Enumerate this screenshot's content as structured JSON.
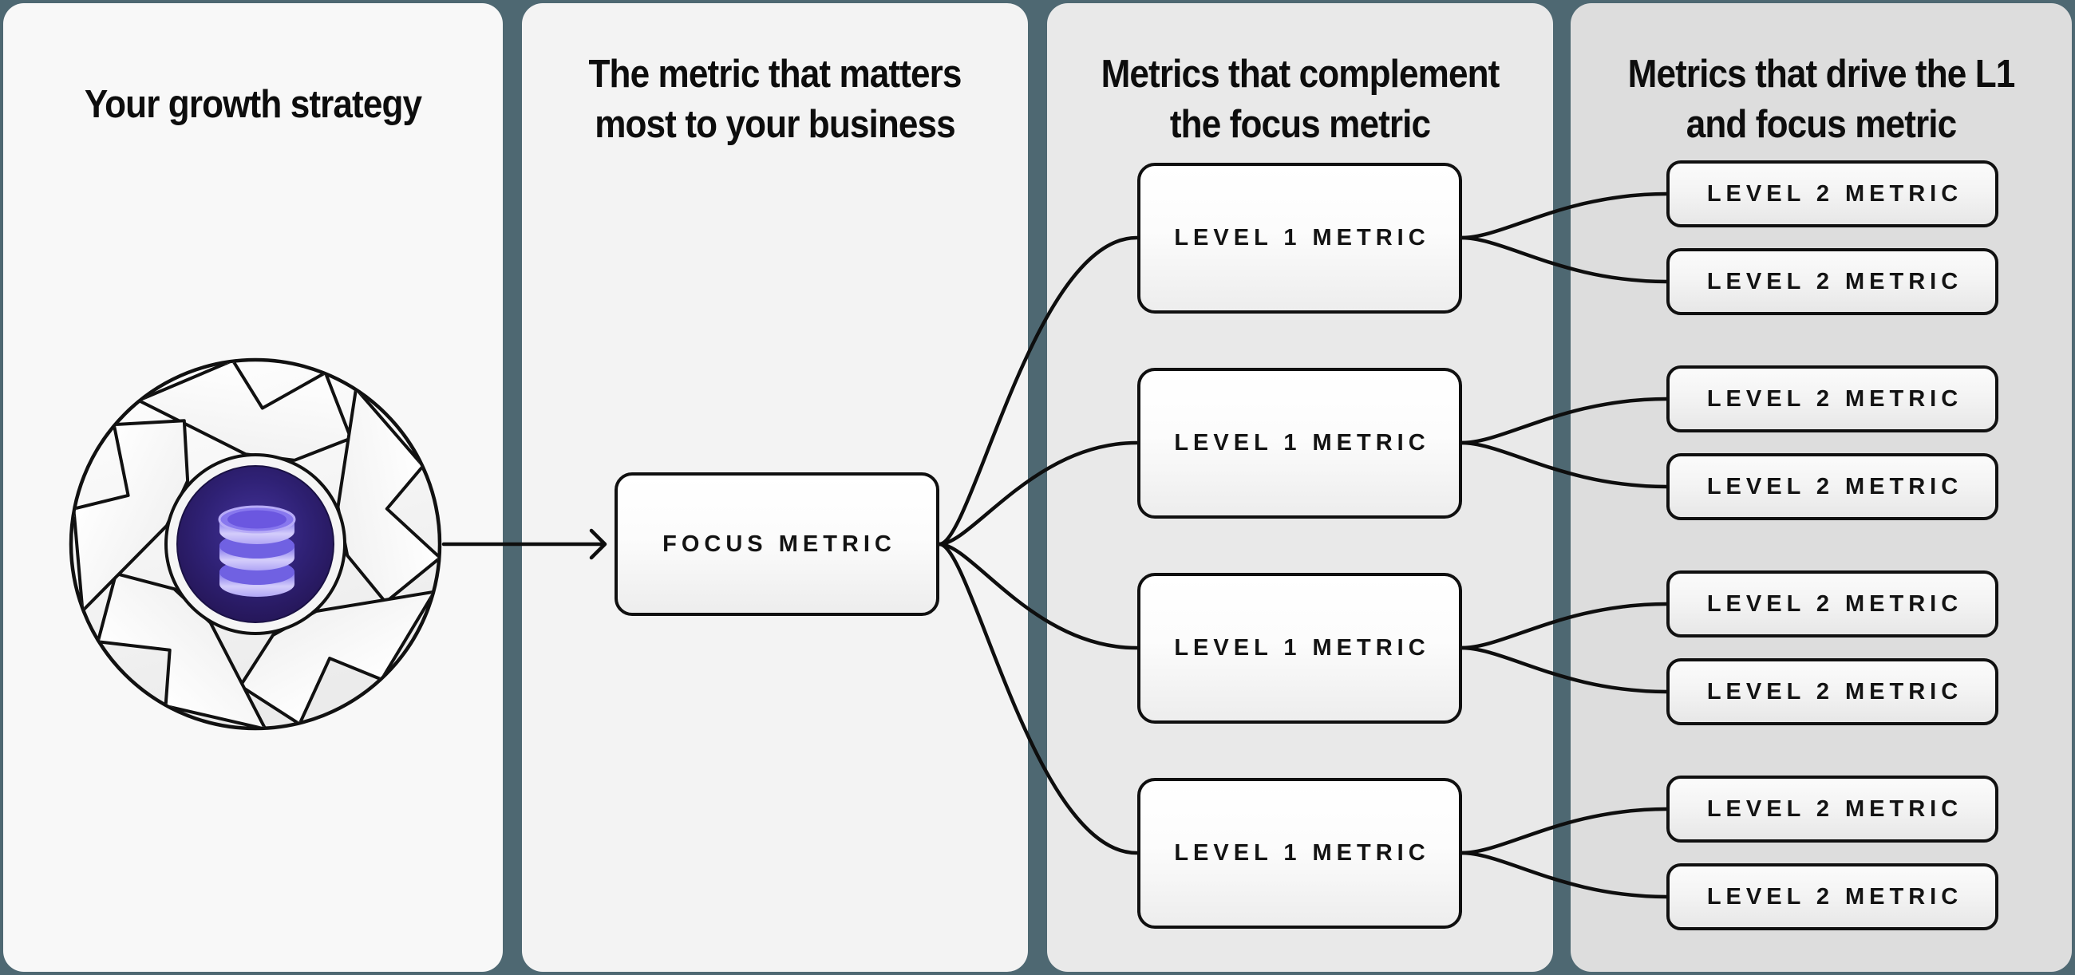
{
  "canvas": {
    "background_color": "#4e6872",
    "line_color": "#0e0e0e"
  },
  "panels": [
    {
      "bg": "#f8f8f8",
      "title_line1": "Your growth strategy",
      "title_line2": ""
    },
    {
      "bg": "#f3f3f3",
      "title_line1": "The metric that matters",
      "title_line2": "most to your business"
    },
    {
      "bg": "#e9e9e9",
      "title_line1": "Metrics that complement",
      "title_line2": "the focus metric"
    },
    {
      "bg": "#dddddd",
      "title_line1": "Metrics that drive the L1",
      "title_line2": "and focus metric"
    }
  ],
  "flywheel": {
    "icon": "flywheel-icon",
    "center_icon": "database-icon",
    "hub_color": "#2c1e69",
    "accent_color": "#8373ee"
  },
  "focus_metric": {
    "label": "FOCUS METRIC"
  },
  "level1_metrics": [
    {
      "label": "LEVEL 1 METRIC"
    },
    {
      "label": "LEVEL 1 METRIC"
    },
    {
      "label": "LEVEL 1 METRIC"
    },
    {
      "label": "LEVEL 1 METRIC"
    }
  ],
  "level2_metrics": [
    {
      "label": "LEVEL 2 METRIC"
    },
    {
      "label": "LEVEL 2 METRIC"
    },
    {
      "label": "LEVEL 2 METRIC"
    },
    {
      "label": "LEVEL 2 METRIC"
    },
    {
      "label": "LEVEL 2 METRIC"
    },
    {
      "label": "LEVEL 2 METRIC"
    },
    {
      "label": "LEVEL 2 METRIC"
    },
    {
      "label": "LEVEL 2 METRIC"
    }
  ]
}
